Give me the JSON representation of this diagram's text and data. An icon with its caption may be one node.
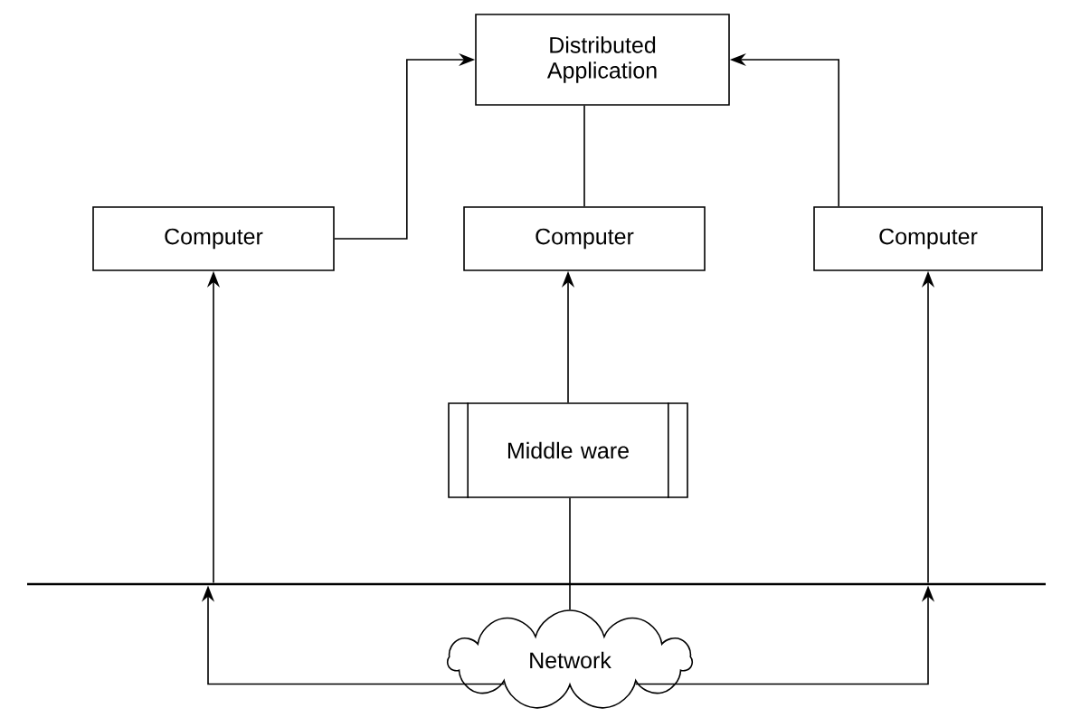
{
  "diagram": {
    "nodes": [
      {
        "text": [
          "Distributed Application"
        ]
      },
      {
        "text": [
          "Computer"
        ]
      },
      {
        "text": [
          "Computer"
        ]
      },
      {
        "text": [
          "Computer"
        ]
      },
      {
        "text": [
          "Middle ware"
        ]
      },
      {
        "text": [],
        "shape": "bar"
      },
      {
        "text": [
          "Network"
        ]
      }
    ],
    "edges": [
      {
        "from": 1,
        "to": 0,
        "arrow": "to"
      },
      {
        "from": 2,
        "to": 0,
        "arrow": "none"
      },
      {
        "from": 3,
        "to": 0,
        "arrow": "to"
      },
      {
        "from": 4,
        "to": 2,
        "arrow": "to"
      },
      {
        "from": 6,
        "to": 4,
        "arrow": "none"
      },
      {
        "from": 5,
        "to": 1,
        "arrow": "to"
      },
      {
        "from": 5,
        "to": 3,
        "arrow": "to"
      },
      {
        "from": 6,
        "to": 5,
        "arrow": "to"
      },
      {
        "from": 6,
        "to": 5,
        "arrow": "to"
      }
    ]
  }
}
